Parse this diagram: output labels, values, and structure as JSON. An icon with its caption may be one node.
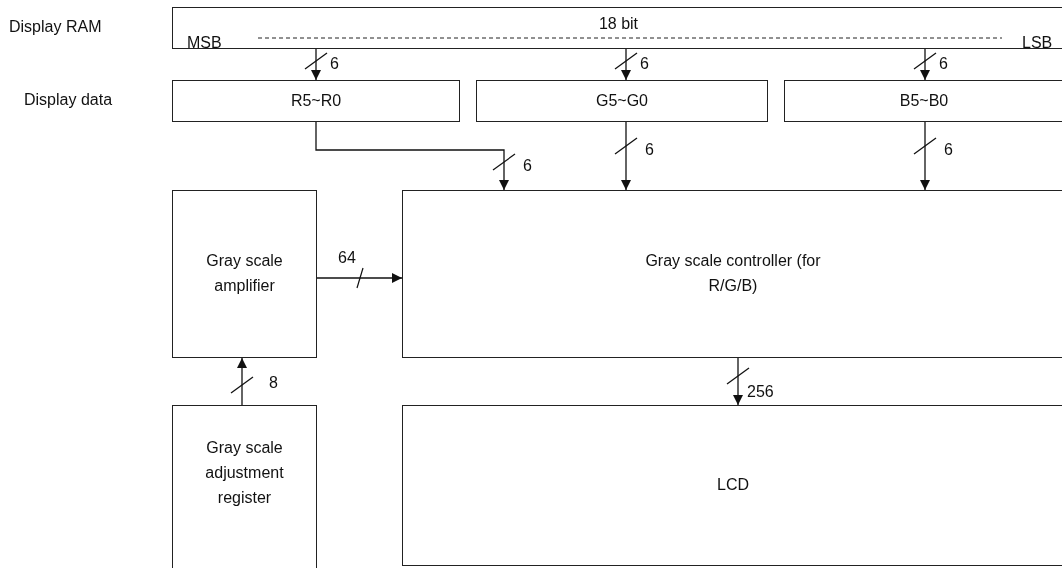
{
  "diagram": {
    "nodes": [
      {
        "text": [
          "18 bit",
          "MSB",
          "LSB"
        ]
      },
      {
        "text": [
          "R5~R0"
        ]
      },
      {
        "text": [
          "G5~G0"
        ]
      },
      {
        "text": [
          "B5~B0"
        ]
      },
      {
        "text": [
          "Gray scale amplifier"
        ]
      },
      {
        "text": [
          "Gray scale controller (for R/G/B)"
        ]
      },
      {
        "text": [
          "Gray scale adjustment register"
        ]
      },
      {
        "text": [
          "LCD"
        ]
      }
    ],
    "edges": [
      {
        "from": 0,
        "to": 1,
        "arrow": "to",
        "label": "6"
      },
      {
        "from": 0,
        "to": 2,
        "arrow": "to",
        "label": "6"
      },
      {
        "from": 0,
        "to": 3,
        "arrow": "to",
        "label": "6"
      },
      {
        "from": 1,
        "to": 5,
        "arrow": "to",
        "label": "6"
      },
      {
        "from": 2,
        "to": 5,
        "arrow": "to",
        "label": "6"
      },
      {
        "from": 3,
        "to": 5,
        "arrow": "to",
        "label": "6"
      },
      {
        "from": 4,
        "to": 5,
        "arrow": "to",
        "label": "64"
      },
      {
        "from": 6,
        "to": 4,
        "arrow": "to",
        "label": "8"
      },
      {
        "from": 5,
        "to": 7,
        "arrow": "to",
        "label": "256"
      }
    ],
    "labels": [
      "Display RAM",
      "Display data"
    ]
  }
}
